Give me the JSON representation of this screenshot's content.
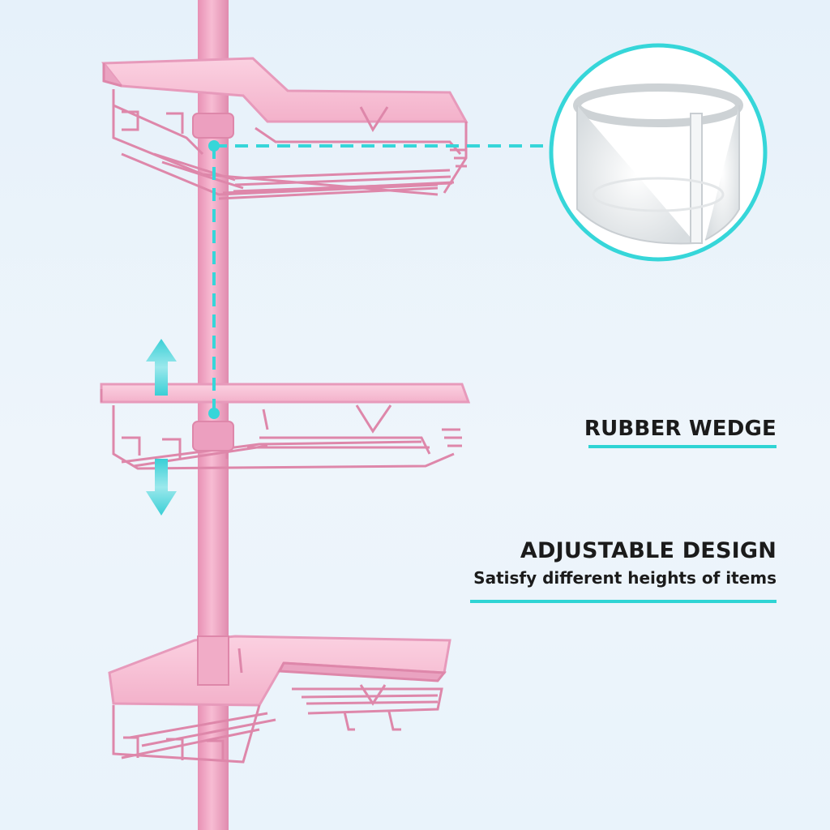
{
  "labels": {
    "rubber_wedge": {
      "title": "RUBBER WEDGE"
    },
    "adjustable": {
      "title": "ADJUSTABLE DESIGN",
      "subtitle": "Satisfy different heights of items"
    }
  },
  "colors": {
    "accent": "#2fd4d4",
    "rack_pink": "#f2a9c6",
    "rack_pink_dark": "#de87aa",
    "rack_pink_light": "#fbd3e2",
    "background": "#e9f3fb"
  },
  "icons": {
    "arrow": "up-down-arrow-icon",
    "detail": "rubber-wedge-closeup"
  }
}
